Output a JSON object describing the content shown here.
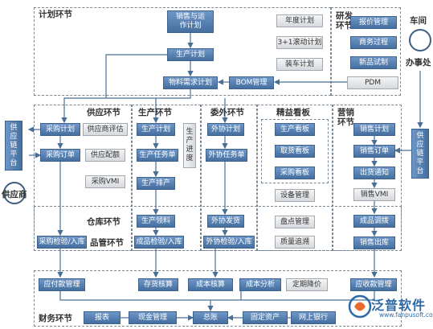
{
  "sections": {
    "plan": "计划环节",
    "rnd": "研发环节",
    "workshop": "车间",
    "office": "办事处",
    "supply": "供应环节",
    "production": "生产环节",
    "outsourcing": "委外环节",
    "lean": "精益看板",
    "marketing": "营销环节",
    "warehouse": "仓库环节",
    "quality": "品管环节",
    "finance": "财务环节"
  },
  "side": {
    "supply_chain_left": "供应链平台",
    "supplier": "供应商",
    "supply_chain_right": "供应链平台"
  },
  "plan": {
    "sales_plan": "销售与运作计划",
    "production_plan": "生产计划",
    "mrp": "物料需求计划",
    "bom": "BOM管理",
    "annual_plan": "年度计划",
    "rolling_plan": "3+1滚动计划",
    "shipping_plan": "装车计划"
  },
  "rnd": {
    "quotation": "报价管理",
    "business_process": "商务过程",
    "new_product_trial": "新品试制",
    "pdm": "PDM"
  },
  "supply": {
    "purchase_plan": "采购计划",
    "supplier_eval": "供应商评估",
    "purchase_order": "采购订单",
    "supply_match": "供应配额",
    "purchase_vmi": "采购VMI",
    "purchase_inspect": "采购检验/入库"
  },
  "production": {
    "prod_plan": "生产计划",
    "prod_task": "生产任务单",
    "prod_schedule": "生产排产",
    "prod_progress": "生产进度",
    "prod_material": "生产领料",
    "finished_inspect": "成品检验/入库"
  },
  "outsourcing": {
    "out_plan": "外协计划",
    "out_task": "外协任务单",
    "out_send": "外协发货",
    "out_inspect": "外协检验/入库"
  },
  "lean": {
    "prod_board": "生产看板",
    "pick_board": "取货看板",
    "purchase_board": "采购看板",
    "equipment": "设备管理",
    "inventory": "盘点管理",
    "quality_trace": "质量追溯"
  },
  "marketing": {
    "sales_plan": "销售计划",
    "sales_order": "销售订单",
    "delivery_notice": "出货通知",
    "sales_vmi": "销售VMI",
    "finished_transfer": "成品调拨",
    "sales_out": "销售出库"
  },
  "finance_row1": {
    "payable": "应付款管理",
    "inventory_accounting": "存货核算",
    "cost_accounting": "成本核算",
    "cost_analysis": "成本分析",
    "price_adjust": "定期降价",
    "receivable": "应收款管理"
  },
  "finance_row2": {
    "report": "报表",
    "cash": "现金管理",
    "ledger": "总账",
    "fixed_assets": "固定资产",
    "online_bank": "网上银行"
  },
  "logo": {
    "name": "泛普软件",
    "url": "www.fanpusoft.com"
  },
  "colors": {
    "node_blue": "#5a84b6",
    "node_gray": "#e4e6e9",
    "line": "#4a6f95",
    "logo": "#2e6aa8"
  }
}
